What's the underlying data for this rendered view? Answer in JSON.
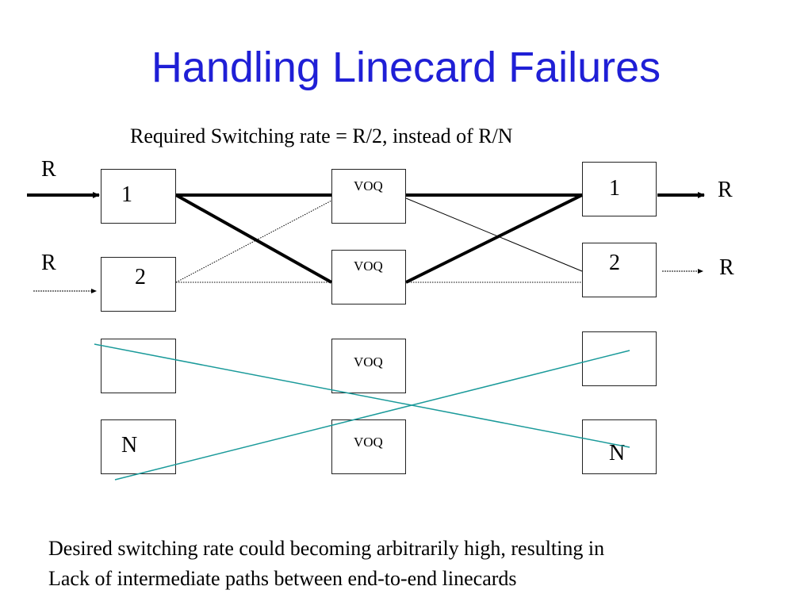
{
  "title": "Handling Linecard Failures",
  "subtitle": "Required Switching rate = R/2, instead of R/N",
  "rate_symbol": "R",
  "input_linecards": [
    "1",
    "2",
    "",
    "N"
  ],
  "middle_linecards": [
    "VOQ",
    "VOQ",
    "VOQ",
    "VOQ"
  ],
  "output_linecards": [
    "1",
    "2",
    "",
    "N"
  ],
  "caption": {
    "line1": "Desired switching rate could becoming arbitrarily high, resulting in",
    "line2": "Lack of intermediate paths between end-to-end linecards"
  },
  "colors": {
    "title": "#1f1fd6",
    "failure_cross": "#1a9a9a"
  }
}
